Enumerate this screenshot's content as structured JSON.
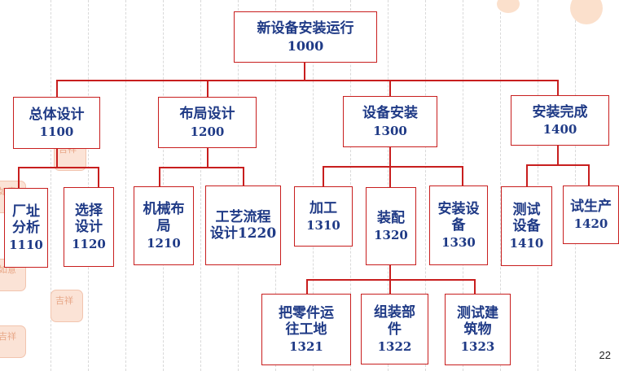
{
  "nodes": {
    "root": {
      "label": "新设备安装运行",
      "code": "1000"
    },
    "n1100": {
      "label": "总体设计",
      "code": "1100"
    },
    "n1200": {
      "label": "布局设计",
      "code": "1200"
    },
    "n1300": {
      "label": "设备安装",
      "code": "1300"
    },
    "n1400": {
      "label": "安装完成",
      "code": "1400"
    },
    "n1110": {
      "label": "厂址\n分析",
      "code": "1110"
    },
    "n1120": {
      "label": "选择\n设计",
      "code": "1120"
    },
    "n1210": {
      "label": "机械布\n局",
      "code": "1210"
    },
    "n1220": {
      "label": "工艺流程\n设计1220",
      "code": ""
    },
    "n1310": {
      "label": "加工",
      "code": "1310"
    },
    "n1320": {
      "label": "装配",
      "code": "1320"
    },
    "n1330": {
      "label": "安装设\n备",
      "code": "1330"
    },
    "n1410": {
      "label": "测试\n设备",
      "code": "1410"
    },
    "n1420": {
      "label": "试生产",
      "code": "1420"
    },
    "n1321": {
      "label": "把零件运\n往工地",
      "code": "1321"
    },
    "n1322": {
      "label": "组装部\n件",
      "code": "1322"
    },
    "n1323": {
      "label": "测试建\n筑物",
      "code": "1323"
    }
  },
  "page_number": "22",
  "colors": {
    "border": "#c81e1e",
    "text": "#1f3a86"
  }
}
